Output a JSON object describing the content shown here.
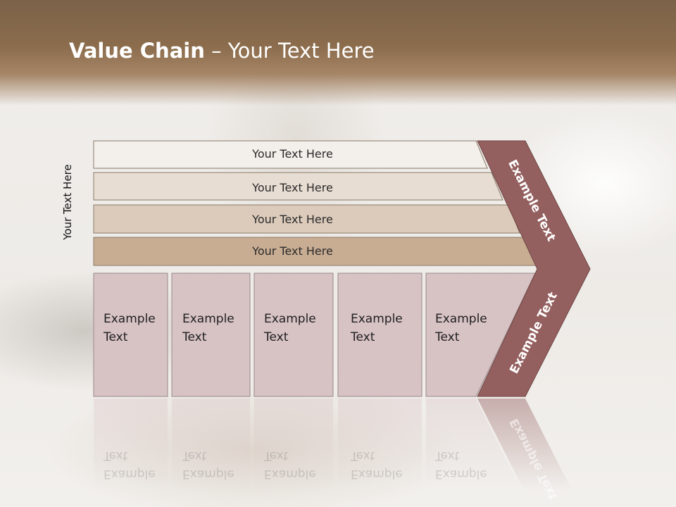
{
  "slide": {
    "title_bold": "Value Chain",
    "title_rest": " – Your Text Here",
    "side_label": "Your Text Here"
  },
  "bars": [
    {
      "label": "Your Text Here"
    },
    {
      "label": "Your Text Here"
    },
    {
      "label": "Your Text Here"
    },
    {
      "label": "Your Text Here"
    }
  ],
  "boxes": [
    {
      "line1": "Example",
      "line2": "Text"
    },
    {
      "line1": "Example",
      "line2": "Text"
    },
    {
      "line1": "Example",
      "line2": "Text"
    },
    {
      "line1": "Example",
      "line2": "Text"
    },
    {
      "line1": "Example",
      "line2": "Text"
    }
  ],
  "chevron": {
    "upper_label": "Example Text",
    "lower_label": "Example Text"
  },
  "colors": {
    "header": "#8c6d4d",
    "bar_1": "#f3efea",
    "bar_2": "#e8ddd3",
    "bar_3": "#dccbbb",
    "bar_4": "#c8ad93",
    "box": "#d7c2c4",
    "chevron": "#94605f"
  }
}
